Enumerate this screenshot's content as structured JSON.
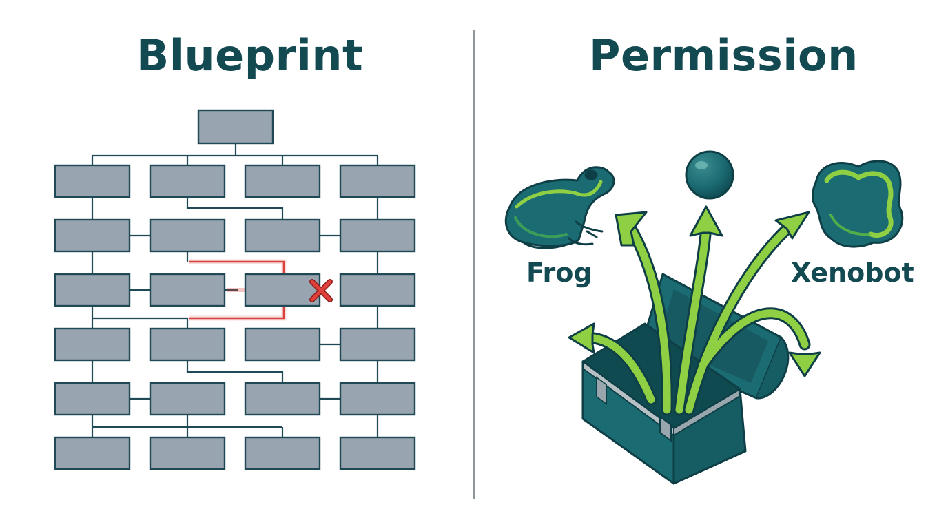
{
  "left_panel": {
    "title": "Blueprint",
    "marker": {
      "icon": "x-mark-icon",
      "color": "#e0413c"
    }
  },
  "right_panel": {
    "title": "Permission",
    "labels": {
      "frog": "Frog",
      "xenobot": "Xenobot"
    }
  },
  "colors": {
    "title": "#134a52",
    "box_fill": "#98a5b0",
    "box_stroke": "#1f4a55",
    "divider": "#8d989e",
    "arrow": "#8fcf43",
    "teal": "#1b6b72",
    "disruption": "#e0413c"
  }
}
